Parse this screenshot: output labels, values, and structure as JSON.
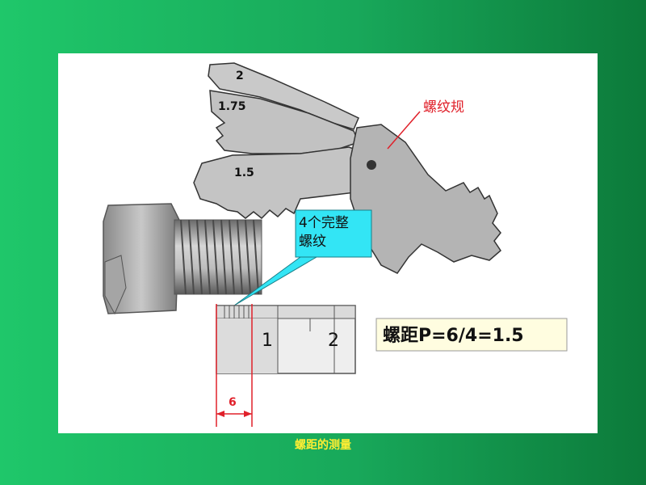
{
  "gauge": {
    "leaf_2": "2",
    "leaf_175": "1.75",
    "leaf_15": "1.5",
    "label": "螺纹规"
  },
  "callout": {
    "line1": "4个完整",
    "line2": "螺纹"
  },
  "ruler": {
    "mark_1": "1",
    "mark_2": "2",
    "dimension": "6"
  },
  "formula": "螺距P=6/4=1.5",
  "caption": "螺距的测量",
  "colors": {
    "background": "#1fc76a",
    "callout_fill": "#33e5f5",
    "formula_fill": "#fffde0",
    "annotation_red": "#e0202a",
    "caption_text": "#ffee33"
  }
}
